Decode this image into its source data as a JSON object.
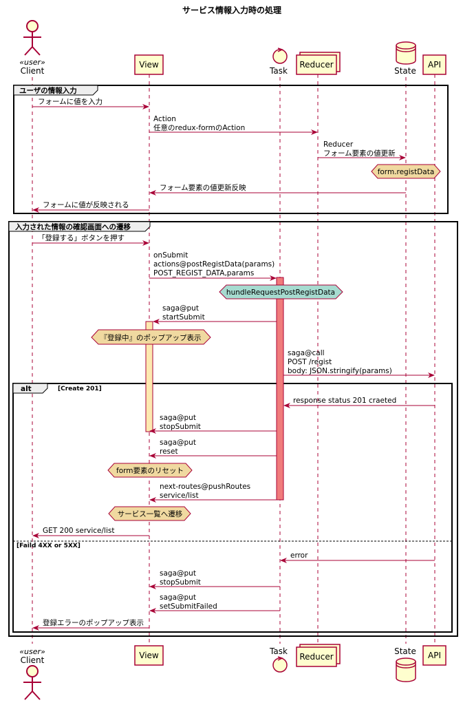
{
  "diagram": {
    "title": "サービス情報入力時の処理",
    "participants": {
      "client": {
        "stereotype": "«user»",
        "label": "Client"
      },
      "view": {
        "label": "View"
      },
      "task": {
        "label": "Task"
      },
      "reducer": {
        "label": "Reducer"
      },
      "state": {
        "label": "State"
      },
      "api": {
        "label": "API"
      }
    },
    "groups": {
      "input": "ユーザの情報入力",
      "confirm": "入力された情報の確認画面への遷移",
      "alt": "alt",
      "alt_success_guard": "[Create 201]",
      "alt_failure_guard": "[Faild 4XX or 5XX]"
    },
    "messages": {
      "m1": "フォームに値を入力",
      "m2_l1": "Action",
      "m2_l2": "任意のredux-formのAction",
      "m3_l1": "Reducer",
      "m3_l2": "フォーム要素の値更新",
      "m4": "フォーム要素の値更新反映",
      "m5": "フォームに値が反映される",
      "m6": "「登録する」ボタンを押す",
      "m7_l1": "onSubmit",
      "m7_l2": "actions@postRegistData(params)",
      "m7_l3": "POST_REGIST_DATA,params",
      "m8_l1": "saga@put",
      "m8_l2": "startSubmit",
      "m9_l1": "saga@call",
      "m9_l2": "POST /regist",
      "m9_l3": "body: JSON.stringify(params)",
      "m10": "response status 201 craeted",
      "m11_l1": "saga@put",
      "m11_l2": "stopSubmit",
      "m12_l1": "saga@put",
      "m12_l2": "reset",
      "m13_l1": "next-routes@pushRoutes",
      "m13_l2": "service/list",
      "m14": "GET 200 service/list",
      "m15": "error",
      "m16_l1": "saga@put",
      "m16_l2": "stopSubmit",
      "m17_l1": "saga@put",
      "m17_l2": "setSubmitFailed",
      "m18": "登録エラーのポップアップ表示"
    },
    "notes": {
      "n1": "form.registData",
      "n2": "hundleRequestPostRegistData",
      "n3": "『登録中』のポップアップ表示",
      "n4": "form要素のリセット",
      "n5": "サービス一覧へ遷移"
    },
    "colors": {
      "arrow": "#a80036",
      "participant_fill": "#fefece",
      "note_fill": "#f0d9a0",
      "task_note_fill": "#a6dbd0",
      "task_activation": "#f07b7b",
      "view_activation": "#fde9b0"
    }
  }
}
